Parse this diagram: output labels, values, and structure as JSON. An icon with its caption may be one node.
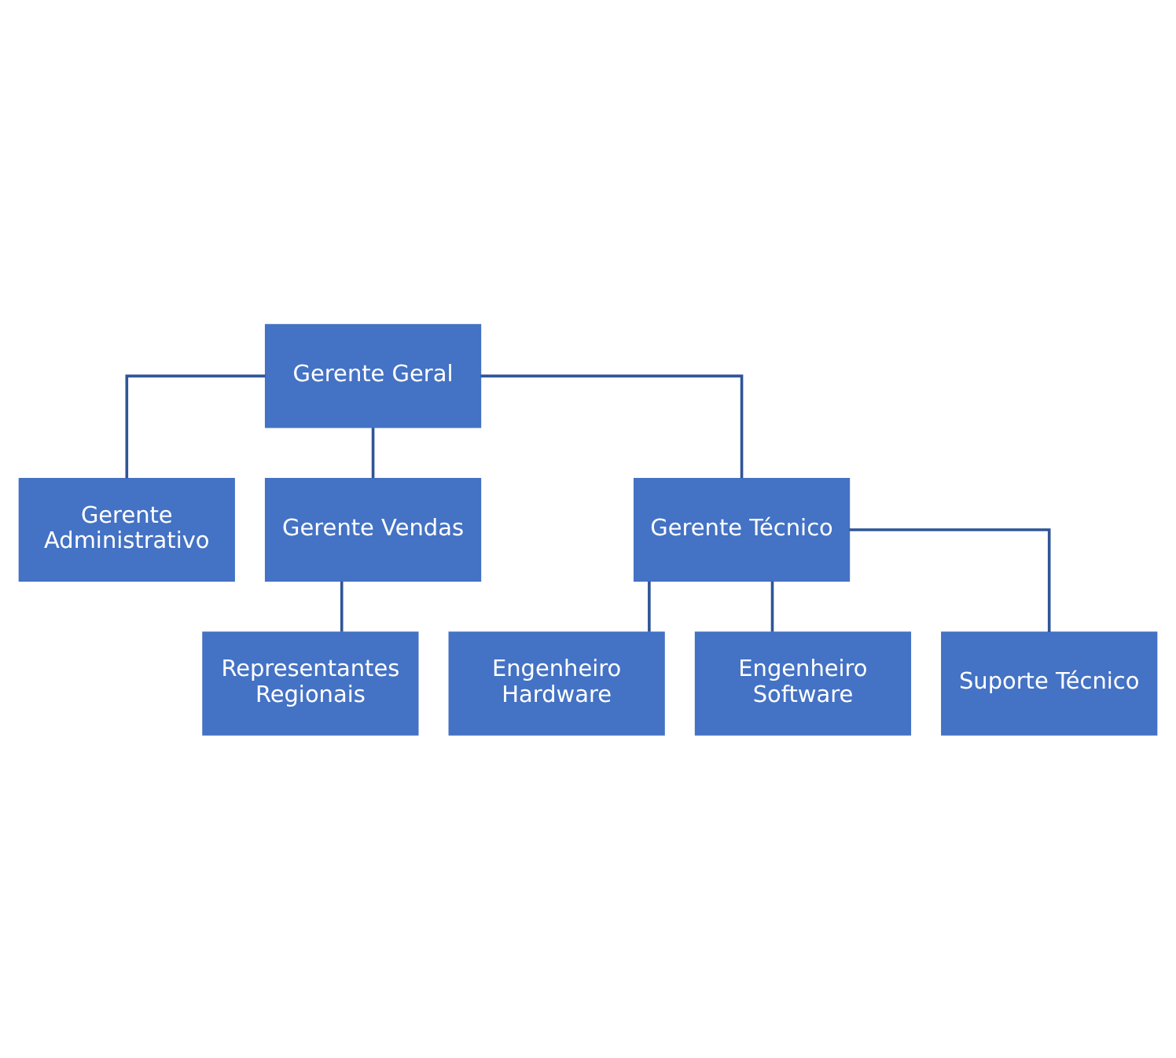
{
  "diagram": {
    "nodes": [
      {
        "text": [
          "Gerente Geral"
        ]
      },
      {
        "text": [
          "Gerente Administrativo"
        ]
      },
      {
        "text": [
          "Gerente Vendas"
        ]
      },
      {
        "text": [
          "Gerente Técnico"
        ]
      },
      {
        "text": [
          "Representantes Regionais"
        ]
      },
      {
        "text": [
          "Engenheiro Hardware"
        ]
      },
      {
        "text": [
          "Engenheiro Software"
        ]
      },
      {
        "text": [
          "Suporte Técnico"
        ]
      }
    ],
    "edges": [
      {
        "from": 0,
        "to": 1,
        "arrow": "none"
      },
      {
        "from": 0,
        "to": 2,
        "arrow": "none"
      },
      {
        "from": 0,
        "to": 3,
        "arrow": "none"
      },
      {
        "from": 2,
        "to": 4,
        "arrow": "none"
      },
      {
        "from": 3,
        "to": 5,
        "arrow": "none"
      },
      {
        "from": 3,
        "to": 6,
        "arrow": "none"
      },
      {
        "from": 3,
        "to": 7,
        "arrow": "none"
      }
    ]
  }
}
